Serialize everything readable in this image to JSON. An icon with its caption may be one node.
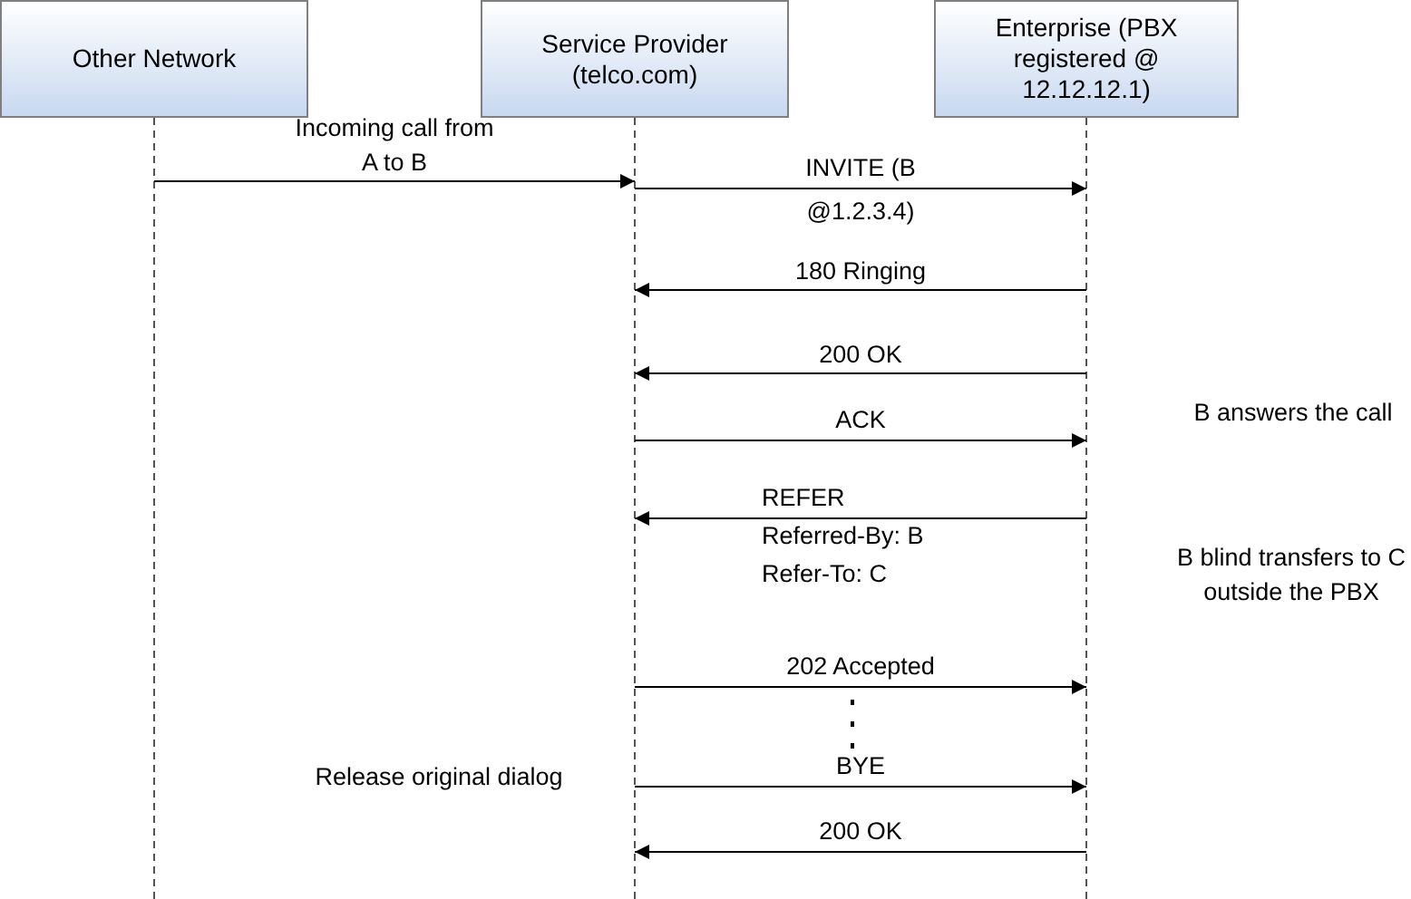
{
  "diagram": {
    "nodes": [
      {
        "text": [
          "Other Network"
        ]
      },
      {
        "text": [
          "Service Provider (telco.com)"
        ]
      },
      {
        "text": [
          "Enterprise (PBX registered @ 12.12.12.1)"
        ]
      }
    ],
    "edges": [
      {
        "from": 0,
        "to": 1,
        "arrow": "to",
        "label": "Incoming call from  A to  B"
      },
      {
        "from": 1,
        "to": 2,
        "arrow": "to",
        "label": "INVITE (B @1.2.3.4)"
      },
      {
        "from": 2,
        "to": 1,
        "arrow": "to",
        "label": "180 Ringing"
      },
      {
        "from": 2,
        "to": 1,
        "arrow": "to",
        "label": "200 OK"
      },
      {
        "from": 1,
        "to": 2,
        "arrow": "to",
        "label": "ACK"
      },
      {
        "from": 2,
        "to": 1,
        "arrow": "to",
        "label": "REFER Referred-By: B Refer-To: C"
      },
      {
        "from": 1,
        "to": 2,
        "arrow": "to",
        "label": "202 Accepted"
      },
      {
        "from": 1,
        "to": 2,
        "arrow": "to",
        "label": "BYE"
      },
      {
        "from": 2,
        "to": 1,
        "arrow": "to",
        "label": "200 OK"
      }
    ],
    "labels": [
      "B answers the call",
      "B blind transfers to C outside the PBX",
      "Release original dialog"
    ]
  }
}
